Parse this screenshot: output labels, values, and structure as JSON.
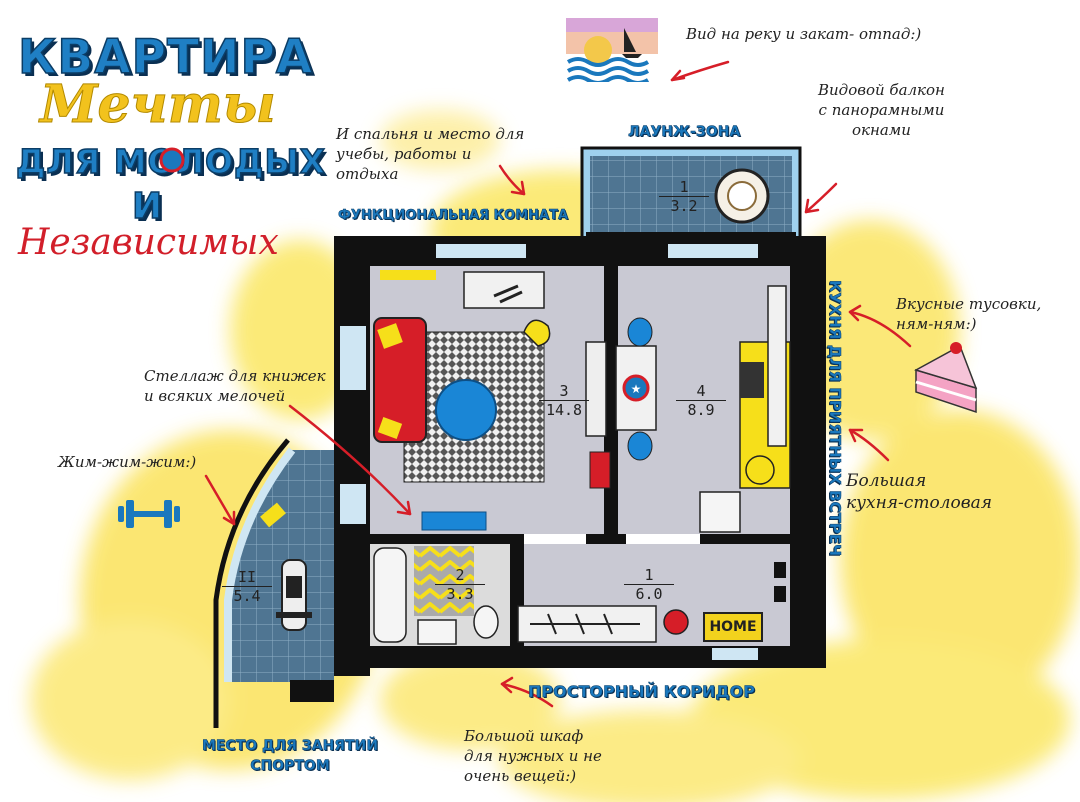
{
  "title": {
    "line1": "КВАРТИРА",
    "line2": "Мечты",
    "line3": "ДЛЯ МОЛОДЫХ",
    "line4": "И",
    "line5": "Независимых"
  },
  "zones": {
    "lounge": "ЛАУНЖ-ЗОНА",
    "functional_room": "ФУНКЦИОНАЛЬНАЯ КОМНАТА",
    "kitchen_vertical": "КУХНЯ ДЛЯ ПРИЯТНЫХ ВСТРЕЧ",
    "corridor": "ПРОСТОРНЫЙ КОРИДОР",
    "sport": "МЕСТО ДЛЯ ЗАНЯТИЙ\nСПОРТОМ"
  },
  "notes": {
    "river": "Вид на реку и закат- отпад:)",
    "balcony": "Видовой балкон\nс панорамными\nокнами",
    "bedroom": "И спальня и место для\nучебы, работы и\nотдыха",
    "tasty": "Вкусные тусовки,\nням-ням:)",
    "shelf": "Стеллаж для книжек\nи всяких мелочей",
    "gym": "Жим-жим-жим:)",
    "kitchen": "Большая\nкухня-столовая",
    "wardrobe": "Большой шкаф\nдля нужных и не\nочень вещей:)"
  },
  "rooms": [
    {
      "id": "balcony",
      "number": "1",
      "area": "3.2"
    },
    {
      "id": "living",
      "number": "3",
      "area": "14.8"
    },
    {
      "id": "kitchen",
      "number": "4",
      "area": "8.9"
    },
    {
      "id": "bath",
      "number": "2",
      "area": "3.3"
    },
    {
      "id": "hall",
      "number": "1",
      "area": "6.0"
    },
    {
      "id": "loggia",
      "number": "II",
      "area": "5.4"
    }
  ],
  "home_label": "HOME",
  "colors": {
    "wall": "#111111",
    "floor": "#c9c9d3",
    "accent_yellow": "#f6df1a",
    "accent_blue": "#1a78bd",
    "accent_red": "#d61e28",
    "tile": "#4f7592"
  }
}
